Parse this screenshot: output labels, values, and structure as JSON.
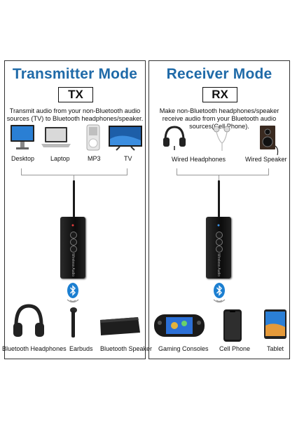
{
  "transmitter": {
    "title": "Transmitter Mode",
    "code": "TX",
    "description": "Transmit audio from your non-Bluetooth audio sources (TV) to Bluetooth headphones/speaker.",
    "sources": [
      "Desktop",
      "Laptop",
      "MP3",
      "TV"
    ],
    "targets": [
      "Bluetooth Headphones",
      "Earbuds",
      "Bluetooth Speaker"
    ]
  },
  "receiver": {
    "title": "Receiver Mode",
    "code": "RX",
    "description": "Make non-Bluetooth headphones/speaker receive audio from your Bluetooth audio sources(Cell Phone).",
    "outputs": [
      "Wired Headphones",
      "Wired Speaker"
    ],
    "sources": [
      "Gaming Consoles",
      "Cell Phone",
      "Tablet"
    ]
  },
  "device_text": "Wireless Audio",
  "colors": {
    "title": "#1f6aa8",
    "bluetooth": "#1c7fd1",
    "led_tx": "#e23b3b",
    "led_rx": "#3b8fe2"
  }
}
